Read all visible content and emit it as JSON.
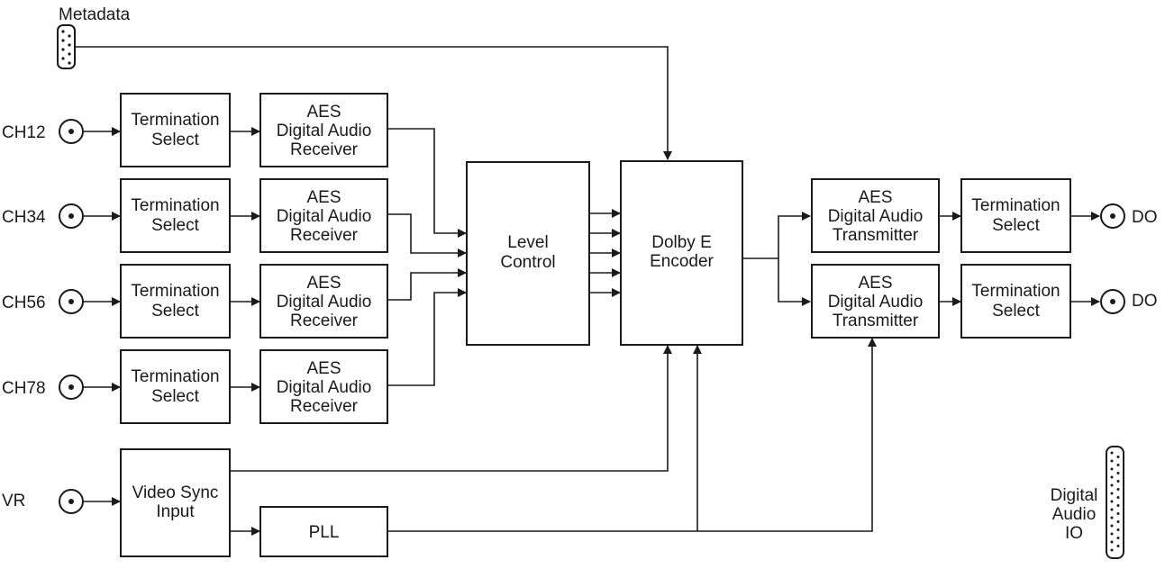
{
  "inputs": {
    "ch12": "CH12",
    "ch34": "CH34",
    "ch56": "CH56",
    "ch78": "CH78",
    "vr": "VR"
  },
  "outputs": {
    "do1": "DO",
    "do2": "DO"
  },
  "metadata_label": "Metadata",
  "digital_audio_io": [
    "Digital",
    "Audio",
    "IO"
  ],
  "blocks": {
    "termination_select": [
      "Termination",
      "Select"
    ],
    "aes_receiver": [
      "AES",
      "Digital Audio",
      "Receiver"
    ],
    "aes_transmitter": [
      "AES",
      "Digital Audio",
      "Transmitter"
    ],
    "level_control": [
      "Level",
      "Control"
    ],
    "dolby_encoder": [
      "Dolby E",
      "Encoder"
    ],
    "video_sync_input": [
      "Video Sync",
      "Input"
    ],
    "pll": "PLL"
  }
}
